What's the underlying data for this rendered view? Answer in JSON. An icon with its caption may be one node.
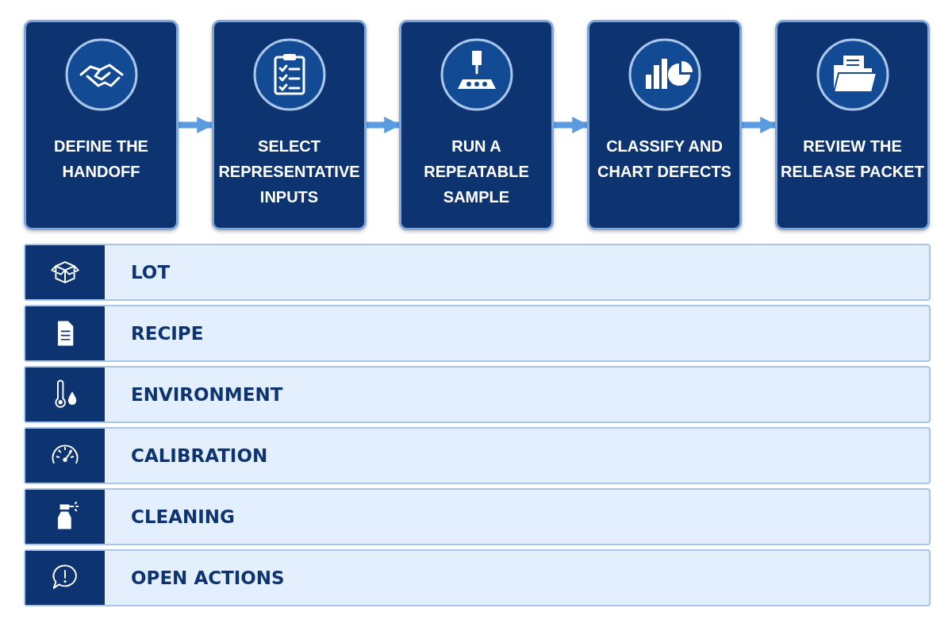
{
  "diagram": {
    "nodes": [
      {
        "text": [
          "DEFINE THE HANDOFF"
        ]
      },
      {
        "text": [
          "SELECT REPRESENTATIVE INPUTS"
        ]
      },
      {
        "text": [
          "RUN A REPEATABLE SAMPLE"
        ]
      },
      {
        "text": [
          "CLASSIFY AND CHART DEFECTS"
        ]
      },
      {
        "text": [
          "REVIEW THE RELEASE PACKET"
        ]
      },
      {
        "text": [
          "LOT"
        ]
      },
      {
        "text": [
          "RECIPE"
        ]
      },
      {
        "text": [
          "ENVIRONMENT"
        ]
      },
      {
        "text": [
          "CALIBRATION"
        ]
      },
      {
        "text": [
          "CLEANING"
        ]
      },
      {
        "text": [
          "OPEN ACTIONS"
        ]
      }
    ],
    "edges": [
      {
        "from": 0,
        "to": 1,
        "arrow": "to"
      },
      {
        "from": 1,
        "to": 2,
        "arrow": "to"
      },
      {
        "from": 2,
        "to": 3,
        "arrow": "to"
      },
      {
        "from": 3,
        "to": 4,
        "arrow": "to"
      }
    ]
  }
}
